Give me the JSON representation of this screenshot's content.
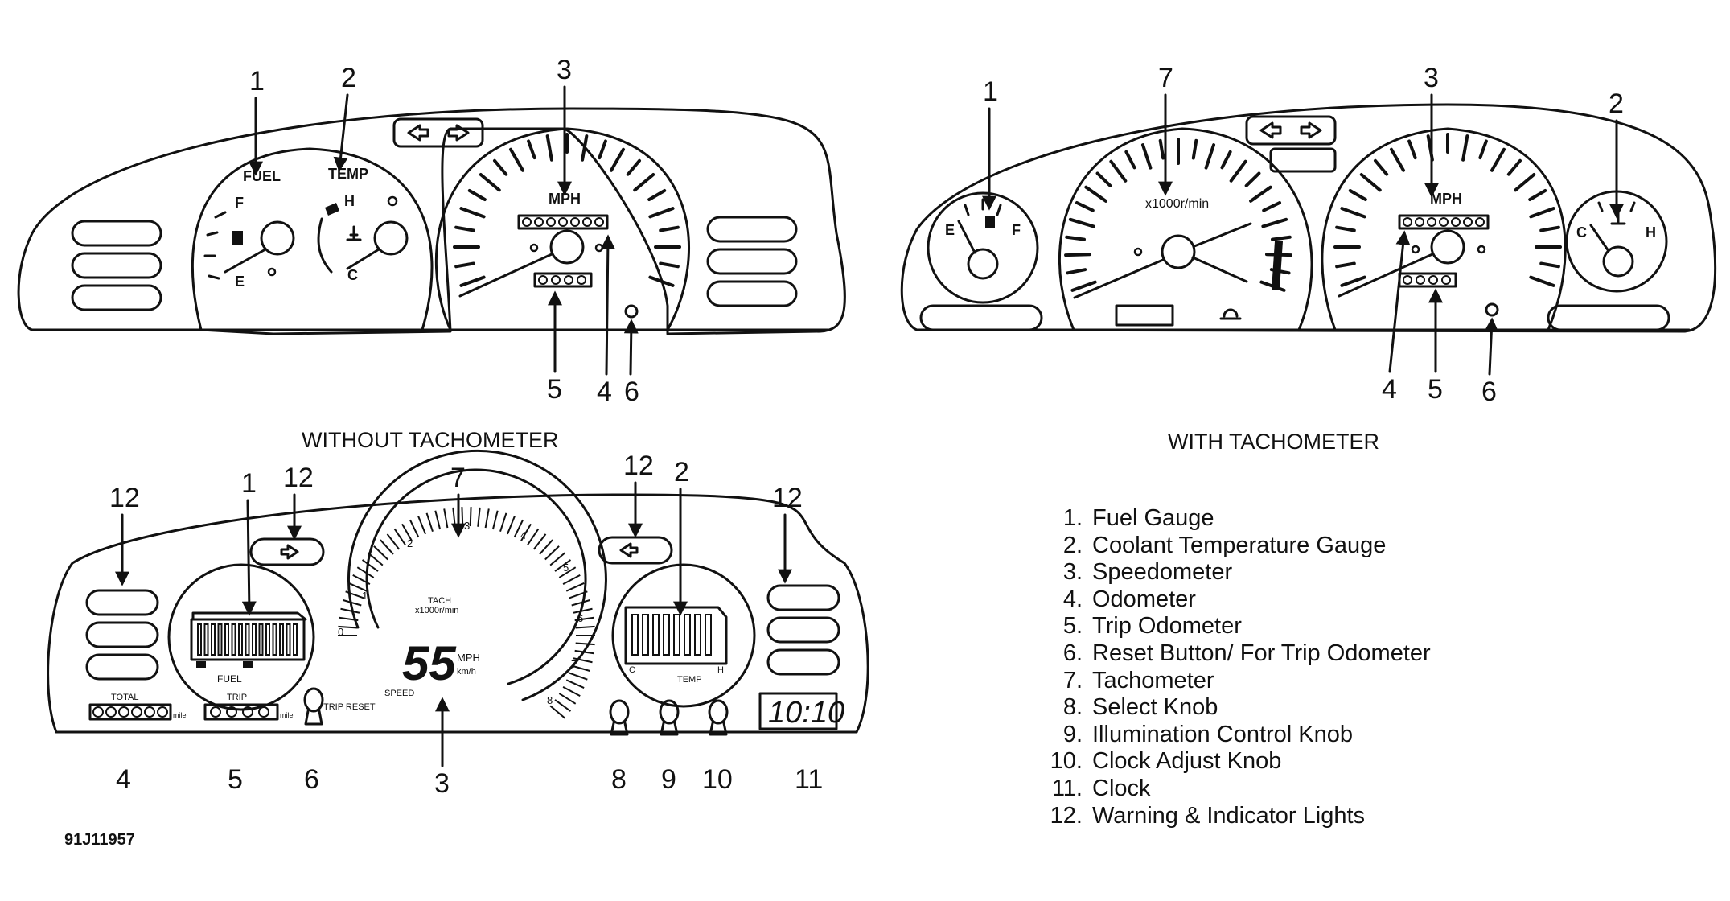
{
  "captions": {
    "without_tach": "WITHOUT TACHOMETER",
    "with_tach": "WITH TACHOMETER"
  },
  "figure_ref": "91J11957",
  "gauge_labels": {
    "fuel": "FUEL",
    "temp": "TEMP",
    "mph": "MPH",
    "tach_unit": "x1000r/min",
    "f": "F",
    "e": "E",
    "h": "H",
    "c": "C",
    "tach": "TACH",
    "speed": "SPEED",
    "kmh": "km/h",
    "total": "TOTAL",
    "trip": "TRIP",
    "mile": "mile",
    "trip_reset": "TRIP RESET",
    "digital_speed": "55",
    "clock_display": "10:10"
  },
  "tach_scale": [
    "0",
    "1",
    "2",
    "3",
    "4",
    "5",
    "6",
    "7",
    "8"
  ],
  "callouts": {
    "a": [
      "1",
      "2",
      "3",
      "5",
      "4",
      "6"
    ],
    "b": [
      "1",
      "7",
      "3",
      "2",
      "4",
      "5",
      "6"
    ],
    "c": [
      "12",
      "1",
      "12",
      "7",
      "12",
      "2",
      "12",
      "4",
      "5",
      "6",
      "3",
      "8",
      "9",
      "10",
      "11"
    ]
  },
  "legend": [
    {
      "n": "1.",
      "t": "Fuel Gauge"
    },
    {
      "n": "2.",
      "t": "Coolant Temperature Gauge"
    },
    {
      "n": "3.",
      "t": "Speedometer"
    },
    {
      "n": "4.",
      "t": "Odometer"
    },
    {
      "n": "5.",
      "t": "Trip Odometer"
    },
    {
      "n": "6.",
      "t": "Reset Button/ For Trip Odometer"
    },
    {
      "n": "7.",
      "t": "Tachometer"
    },
    {
      "n": "8.",
      "t": "Select Knob"
    },
    {
      "n": "9.",
      "t": "Illumination Control Knob"
    },
    {
      "n": "10.",
      "t": "Clock Adjust Knob"
    },
    {
      "n": "11.",
      "t": "Clock"
    },
    {
      "n": "12.",
      "t": "Warning & Indicator Lights"
    }
  ]
}
